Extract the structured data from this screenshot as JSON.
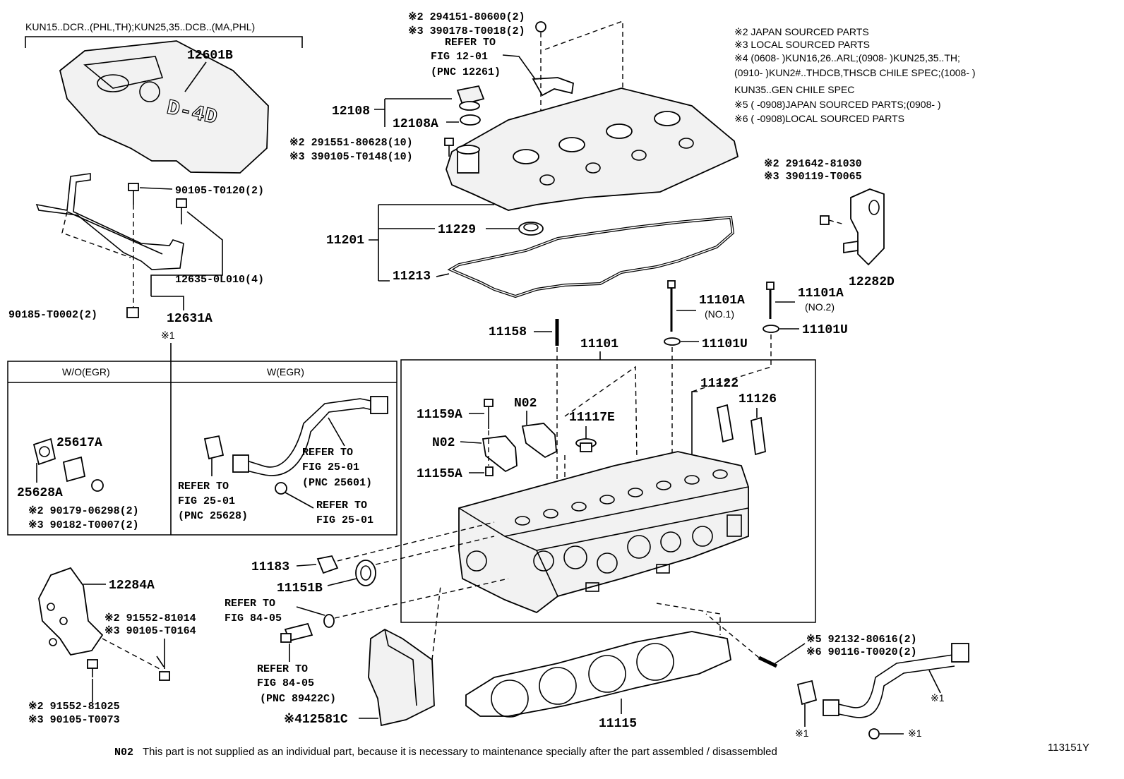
{
  "header": {
    "applicability": "KUN15..DCR..(PHL,TH);KUN25,35..DCB..(MA,PHL)"
  },
  "notes": [
    "※2 JAPAN SOURCED PARTS",
    "※3 LOCAL SOURCED PARTS",
    "※4 (0608-      )KUN16,26..ARL;(0908-      )KUN25,35..TH;",
    "(0910-      )KUN2#..THDCB,THSCB CHILE SPEC;(1008-      )",
    "KUN35..GEN CHILE SPEC",
    "※5 (      -0908)JAPAN SOURCED PARTS;(0908-      )",
    "※6 (      -0908)LOCAL SOURCED PARTS"
  ],
  "labels": {
    "p12601B": "12601B",
    "p90105_T0120": "90105-T0120(2)",
    "p12635": "12635-0L010(4)",
    "p90185": "90185-T0002(2)",
    "p12631A": "12631A",
    "mark1_a": "※1",
    "p294151": "※2 294151-80600(2)",
    "p390178": "※3 390178-T0018(2)",
    "ref12_l1": "REFER TO",
    "ref12_l2": "FIG 12-01",
    "ref12_l3": "(PNC 12261)",
    "p12108": "12108",
    "p12108A": "12108A",
    "p291551": "※2 291551-80628(10)",
    "p390105_T0148": "※3 390105-T0148(10)",
    "p11201": "11201",
    "p11229": "11229",
    "p11213": "11213",
    "p291642": "※2 291642-81030",
    "p390119": "※3 390119-T0065",
    "p12282D": "12282D",
    "p11101A_1": "11101A",
    "p11101A_1n": "(NO.1)",
    "p11101A_2": "11101A",
    "p11101A_2n": "(NO.2)",
    "p11158": "11158",
    "p11101": "11101",
    "p11101U_1": "11101U",
    "p11101U_2": "11101U",
    "box_woegr": "W/O(EGR)",
    "box_wegr": "W(EGR)",
    "p25617A": "25617A",
    "p25628A": "25628A",
    "p290179": "※2 90179-06298(2)",
    "p390182": "※3 90182-T0007(2)",
    "ref25601_l1": "REFER TO",
    "ref25601_l2": "FIG 25-01",
    "ref25601_l3": "(PNC 25601)",
    "ref25628_l1": "REFER TO",
    "ref25628_l2": "FIG 25-01",
    "ref25628_l3": "(PNC 25628)",
    "ref2501_l1": "REFER TO",
    "ref2501_l2": "FIG 25-01",
    "p11122": "11122",
    "p11126": "11126",
    "p11159A": "11159A",
    "n02_a": "N02",
    "p11117E": "11117E",
    "n02_b": "N02",
    "p11155A": "11155A",
    "p12284A": "12284A",
    "p291552_81014": "※2 91552-81014",
    "p390105_T0164": "※3 90105-T0164",
    "p11183": "11183",
    "p11151B": "11151B",
    "ref8405a_l1": "REFER TO",
    "ref8405a_l2": "FIG 84-05",
    "ref8405b_l1": "REFER TO",
    "ref8405b_l2": "FIG 84-05",
    "ref8405b_l3": "(PNC 89422C)",
    "p291552_81025": "※2 91552-81025",
    "p390105_T0073": "※3 90105-T0073",
    "p12581C": "※412581C",
    "p11115": "11115",
    "p592132": "※5 92132-80616(2)",
    "p690116": "※6 90116-T0020(2)",
    "mark1_b": "※1",
    "mark1_c": "※1",
    "mark1_d": "※1"
  },
  "footer": {
    "note_code": "N02",
    "note_text": "This part is not supplied as an individual part, because it is necessary to maintenance specially after the part assembled / disassembled",
    "figure_id": "113151Y"
  }
}
